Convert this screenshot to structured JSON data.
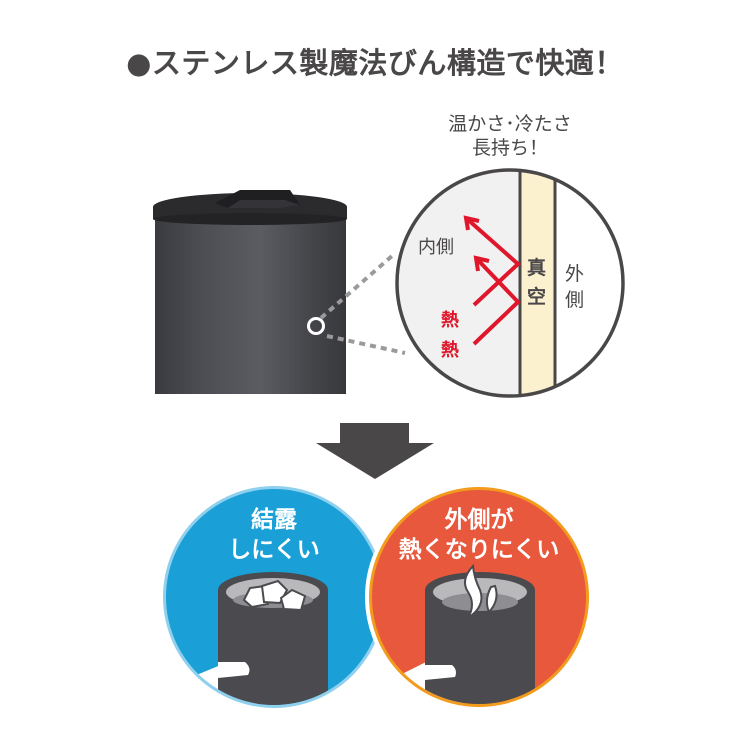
{
  "header": {
    "bullet": "●",
    "title": "ステンレス製魔法びん構造で快適！"
  },
  "callout": {
    "line1": "温かさ･冷たさ",
    "line2": "長持ち！"
  },
  "diagram": {
    "inner_label": "内側",
    "vacuum_label": [
      "真",
      "空"
    ],
    "outer_label": [
      "外",
      "側"
    ],
    "heat_labels": [
      "熱",
      "熱"
    ],
    "colors": {
      "vacuum_fill": "#fbf1cf",
      "inner_fill": "#f1f1f2",
      "outline": "#4a4748",
      "heat_arrow": "#e0162b"
    }
  },
  "arrow": {
    "icon": "down-arrow-icon",
    "color": "#4a4748"
  },
  "benefits": [
    {
      "line1": "結露",
      "line2": "しにくい",
      "icon": "ice-cup-icon",
      "color": "#1a9fd6",
      "ring": "#8fd0ee"
    },
    {
      "line1": "外側が",
      "line2": "熱くなりにくい",
      "icon": "hot-cup-icon",
      "color": "#e8583d",
      "ring": "#f29b1d"
    }
  ]
}
